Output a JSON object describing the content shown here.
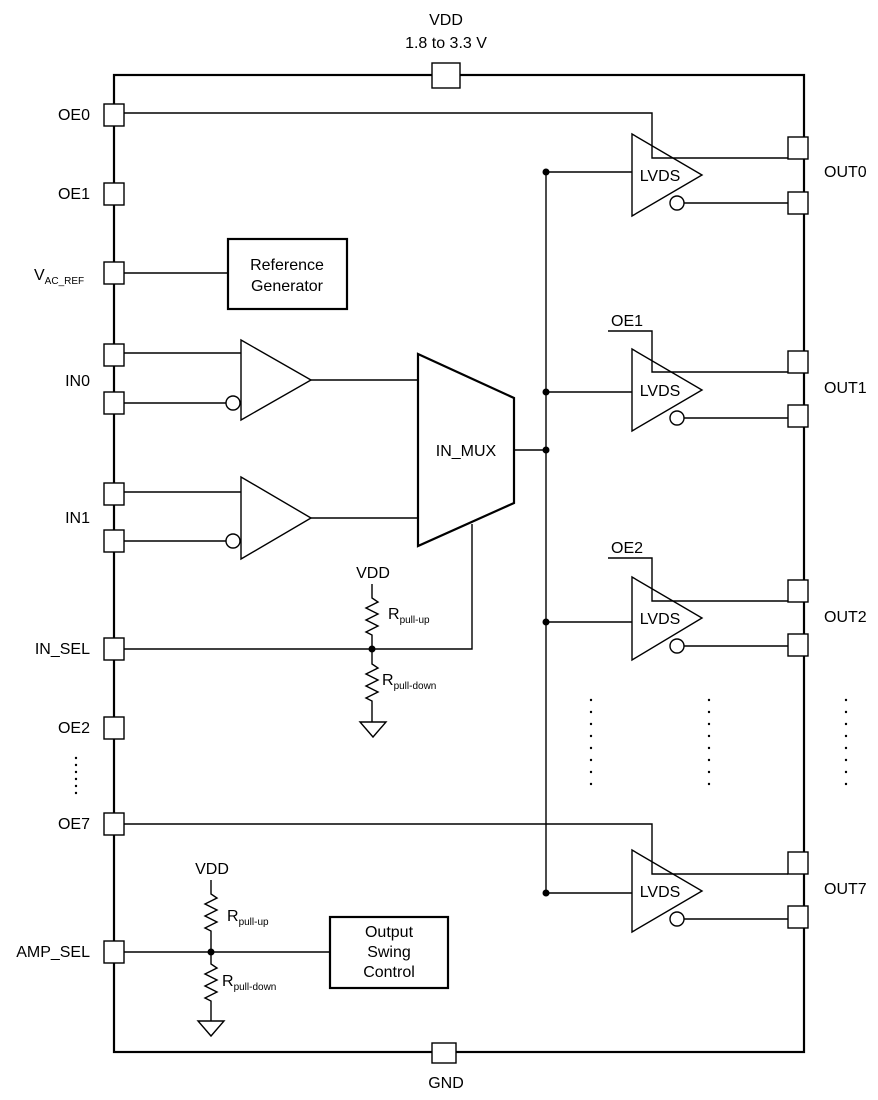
{
  "power": {
    "vdd_label": "VDD",
    "vdd_range": "1.8 to 3.3 V",
    "gnd_label": "GND"
  },
  "left_pins": {
    "oe0": "OE0",
    "oe1": "OE1",
    "vac_ref_main": "V",
    "vac_ref_sub": "AC_REF",
    "in0": "IN0",
    "in1": "IN1",
    "in_sel": "IN_SEL",
    "oe2": "OE2",
    "oe7": "OE7",
    "amp_sel": "AMP_SEL"
  },
  "right_pins": {
    "out0": "OUT0",
    "out1": "OUT1",
    "out2": "OUT2",
    "out7": "OUT7"
  },
  "blocks": {
    "reference_generator": [
      "Reference",
      "Generator"
    ],
    "mux": "IN_MUX",
    "output_swing_control": [
      "Output",
      "Swing",
      "Control"
    ]
  },
  "drivers": {
    "label": "LVDS",
    "oe1_label": "OE1",
    "oe2_label": "OE2"
  },
  "in_sel_network": {
    "vdd_label": "VDD",
    "r_main": "R",
    "r_up_sub": "pull-up",
    "r_down_sub": "pull-down"
  },
  "amp_sel_network": {
    "vdd_label": "VDD",
    "r_main": "R",
    "r_up_sub": "pull-up",
    "r_down_sub": "pull-down"
  }
}
